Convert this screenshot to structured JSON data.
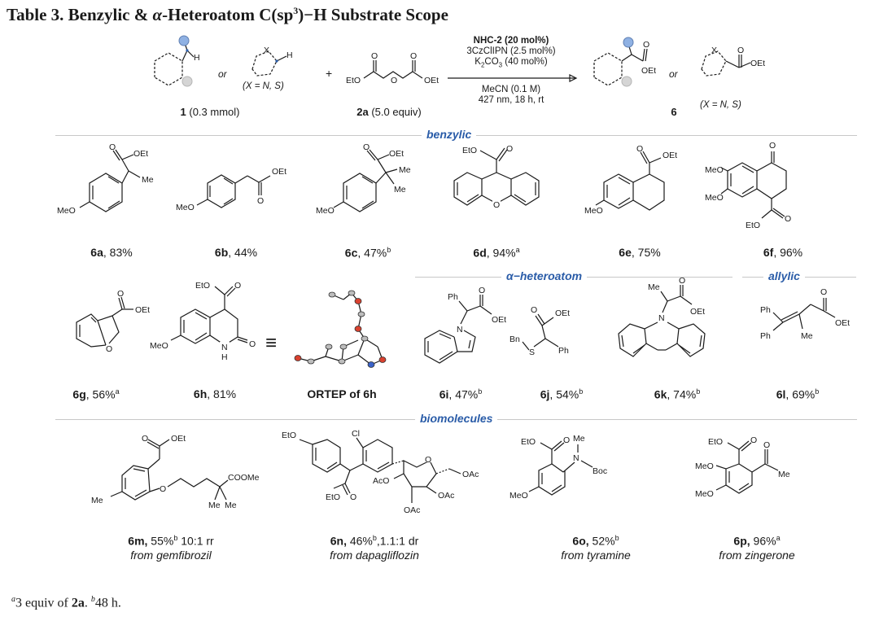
{
  "title": {
    "prefix": "Table 3. Benzylic & ",
    "alpha": "α",
    "mid": "-Heteroatom C(sp",
    "sup": "3",
    "suffix": ")−H Substrate Scope"
  },
  "scheme": {
    "or1": "or",
    "or2": "or",
    "plus": "+",
    "x_note_left": "(X = N, S)",
    "x_note_right": "(X = N, S)",
    "reagent1": {
      "num": "1",
      "amount": "(0.3 mmol)"
    },
    "reagent2": {
      "num": "2a",
      "amount": "(5.0 equiv)"
    },
    "product": "6",
    "conditions": {
      "catalyst": "NHC-2 (20 mol%)",
      "photocat": "3CzClIPN (2.5 mol%)",
      "base_a": "K",
      "base_sub1": "2",
      "base_b": "CO",
      "base_sub2": "3",
      "base_c": " (40 mol%)",
      "solvent": "MeCN (0.1 M)",
      "light": "427 nm, 18 h, rt"
    }
  },
  "sections": {
    "benzylic": "benzylic",
    "heteroatom": "α−heteroatom",
    "allylic": "allylic",
    "biomolecules": "biomolecules"
  },
  "compounds": [
    {
      "id": "6a",
      "yield": ", 83%",
      "sup": ""
    },
    {
      "id": "6b",
      "yield": ", 44%",
      "sup": ""
    },
    {
      "id": "6c",
      "yield": ", 47%",
      "sup": "b"
    },
    {
      "id": "6d",
      "yield": ", 94%",
      "sup": "a"
    },
    {
      "id": "6e",
      "yield": ", 75%",
      "sup": ""
    },
    {
      "id": "6f",
      "yield": ", 96%",
      "sup": ""
    },
    {
      "id": "6g",
      "yield": ", 56%",
      "sup": "a"
    },
    {
      "id": "6h",
      "yield": ", 81%",
      "sup": ""
    },
    {
      "id": "ORTEP of 6h",
      "yield": "",
      "sup": ""
    },
    {
      "id": "6i",
      "yield": ", 47%",
      "sup": "b"
    },
    {
      "id": "6j",
      "yield": ", 54%",
      "sup": "b"
    },
    {
      "id": "6k",
      "yield": ", 74%",
      "sup": "b"
    },
    {
      "id": "6l",
      "yield": ", 69%",
      "sup": "b"
    },
    {
      "id": "6m,",
      "yield": " 55%",
      "sup": "b",
      "extra": " 10:1 rr",
      "from": "from gemfibrozil"
    },
    {
      "id": "6n,",
      "yield": " 46%",
      "sup": "b",
      "extra": ",1.1:1 dr",
      "from": "from dapagliflozin"
    },
    {
      "id": "6o,",
      "yield": " 52%",
      "sup": "b",
      "extra": "",
      "from": "from tyramine"
    },
    {
      "id": "6p,",
      "yield": " 96%",
      "sup": "a",
      "extra": "",
      "from": "from zingerone"
    }
  ],
  "atoms": {
    "H": "H",
    "X": "X",
    "OEt": "OEt",
    "EtO": "EtO",
    "O": "O",
    "Me": "Me",
    "MeO": "MeO",
    "Ph": "Ph",
    "N": "N",
    "NH": "N",
    "Hsub": "H",
    "Bn": "Bn",
    "S": "S",
    "Cl": "Cl",
    "COOMe": "COOMe",
    "OAc": "OAc",
    "AcO": "AcO",
    "Boc": "Boc",
    "equiv": "≡"
  },
  "footnote": {
    "a_mark": "a",
    "a_text": "3 equiv of ",
    "a_bold": "2a",
    "a_end": ". ",
    "b_mark": "b",
    "b_text": "48 h."
  }
}
